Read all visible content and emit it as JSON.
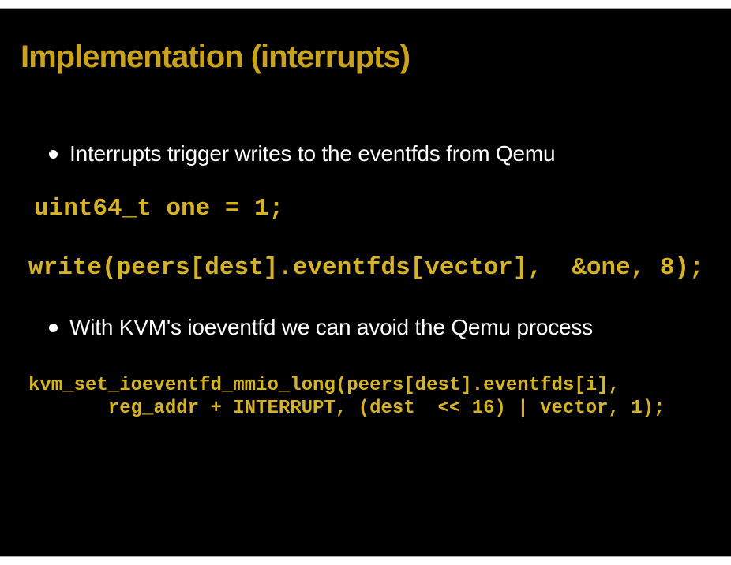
{
  "slide": {
    "title": "Implementation (interrupts)",
    "bullets": [
      {
        "label": "Interrupts trigger writes to the eventfds from Qemu"
      },
      {
        "label": "With KVM's ioeventfd we can avoid the Qemu process"
      }
    ],
    "code_snippets": {
      "declare_one": "uint64_t one = 1;",
      "write_call": "write(peers[dest].eventfds[vector],  &one, 8);",
      "kvm_line1": "kvm_set_ioeventfd_mmio_long(peers[dest].eventfds[i],",
      "kvm_line2": "       reg_addr + INTERRUPT, (dest  << 16) | vector, 1);"
    },
    "colors": {
      "page_background": "#FFFFFF",
      "slide_background": "#000000",
      "title_text": "#C9A21E",
      "code_text": "#D6B226",
      "body_text": "#FFFFFF",
      "edge_line": "#A9A9A9"
    }
  }
}
